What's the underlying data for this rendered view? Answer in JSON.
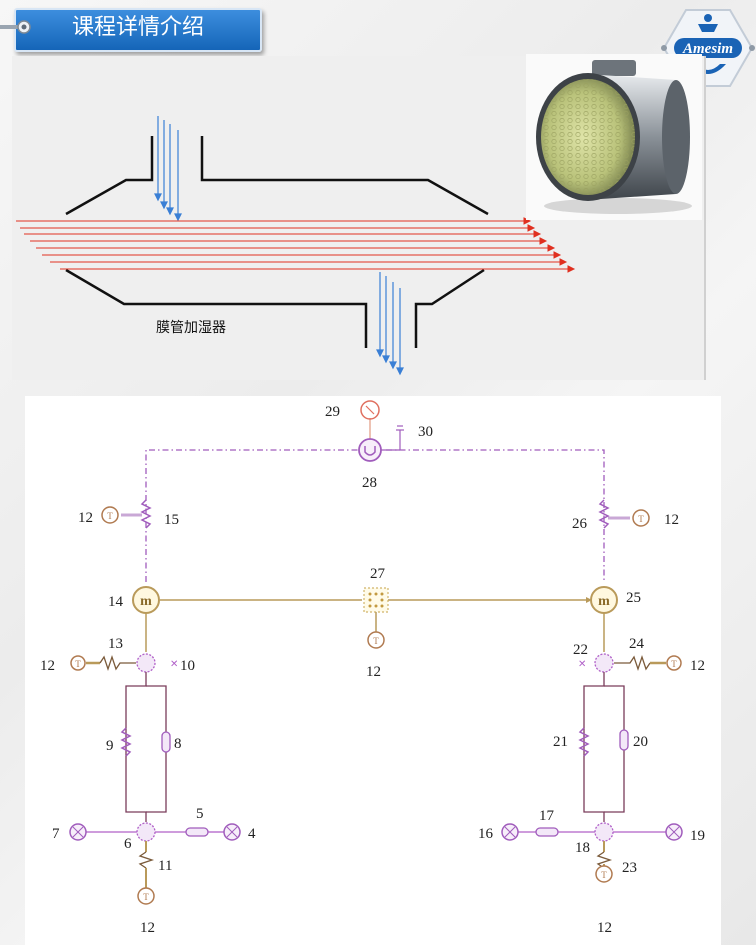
{
  "header": {
    "title": "课程详情介绍"
  },
  "logo": {
    "text": "Amesim"
  },
  "humidifier_sketch": {
    "label": "膜管加湿器"
  },
  "colors": {
    "title_bar": "#1e6fc4",
    "logo_blue": "#1a63b5",
    "red_flow": "#e03020",
    "blue_flow": "#3a7fd5",
    "pneumatic_purple": "#b060c8",
    "mechanical_tan": "#b99a5a",
    "thermal_brown": "#b07a50"
  },
  "schematic": {
    "numbers": {
      "n29": "29",
      "n30": "30",
      "n28": "28",
      "n12_left_top": "12",
      "n15": "15",
      "n26": "26",
      "n12_right_top": "12",
      "n27": "27",
      "n14": "14",
      "n25": "25",
      "n12_center": "12",
      "n13": "13",
      "n12_left_mid": "12",
      "n10": "10",
      "n22": "22",
      "n24": "24",
      "n12_right_mid": "12",
      "n9": "9",
      "n8": "8",
      "n21": "21",
      "n20": "20",
      "n5": "5",
      "n7": "7",
      "n4": "4",
      "n6": "6",
      "n11": "11",
      "n12_left_bottom": "12",
      "n17": "17",
      "n16": "16",
      "n19": "19",
      "n18": "18",
      "n23": "23",
      "n12_right_bottom": "12"
    }
  }
}
